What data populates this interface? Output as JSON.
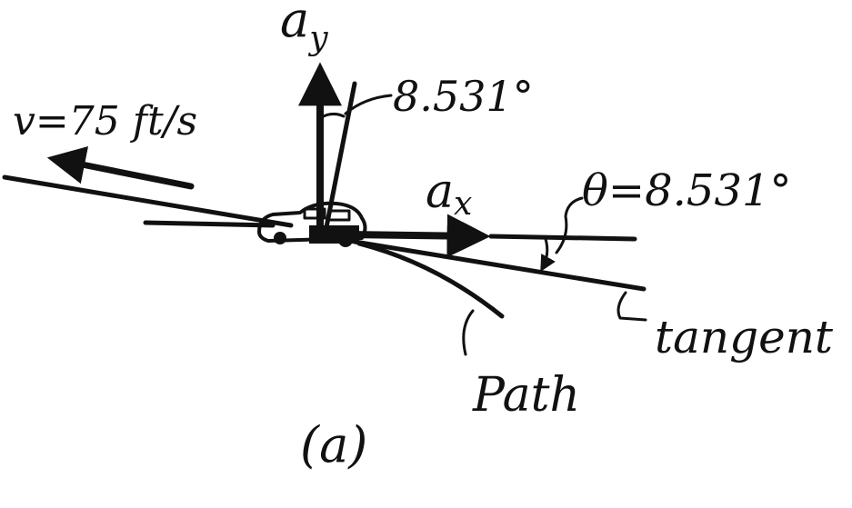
{
  "labels": {
    "a_y": "a",
    "a_y_sub": "y",
    "a_x": "a",
    "a_x_sub": "x",
    "angle_small": "8.531°",
    "theta": "θ=8.531°",
    "velocity": "v=75 ft/s",
    "tangent": "tangent",
    "path": "Path",
    "caption": "(a)"
  },
  "colors": {
    "ink": "#111111",
    "paper": "#ffffff"
  }
}
